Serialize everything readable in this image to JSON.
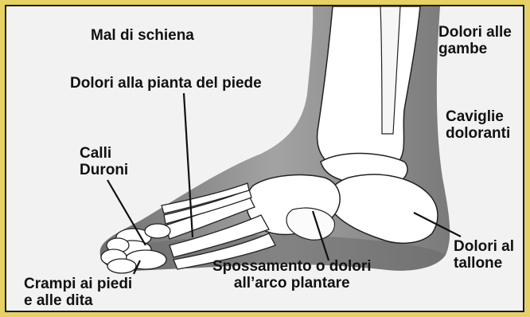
{
  "labels": {
    "back_pain": "Mal di schiena",
    "leg_pain": "Dolori alle\ngambe",
    "sole_pain": "Dolori alla pianta del piede",
    "ankles": "Caviglie\ndoloranti",
    "calluses": "Calli\nDuroni",
    "heel_pain": "Dolori al\ntallone",
    "arch": "Spossamento o dolori\nall’arco plantare",
    "cramps": "Crampi ai piedi\ne alle dita"
  },
  "colors": {
    "frame": "#e6d264",
    "background": "#f2f2f2",
    "leg_shadow": "#8a8a8a",
    "bone": "#ffffff",
    "ink": "#111111"
  }
}
